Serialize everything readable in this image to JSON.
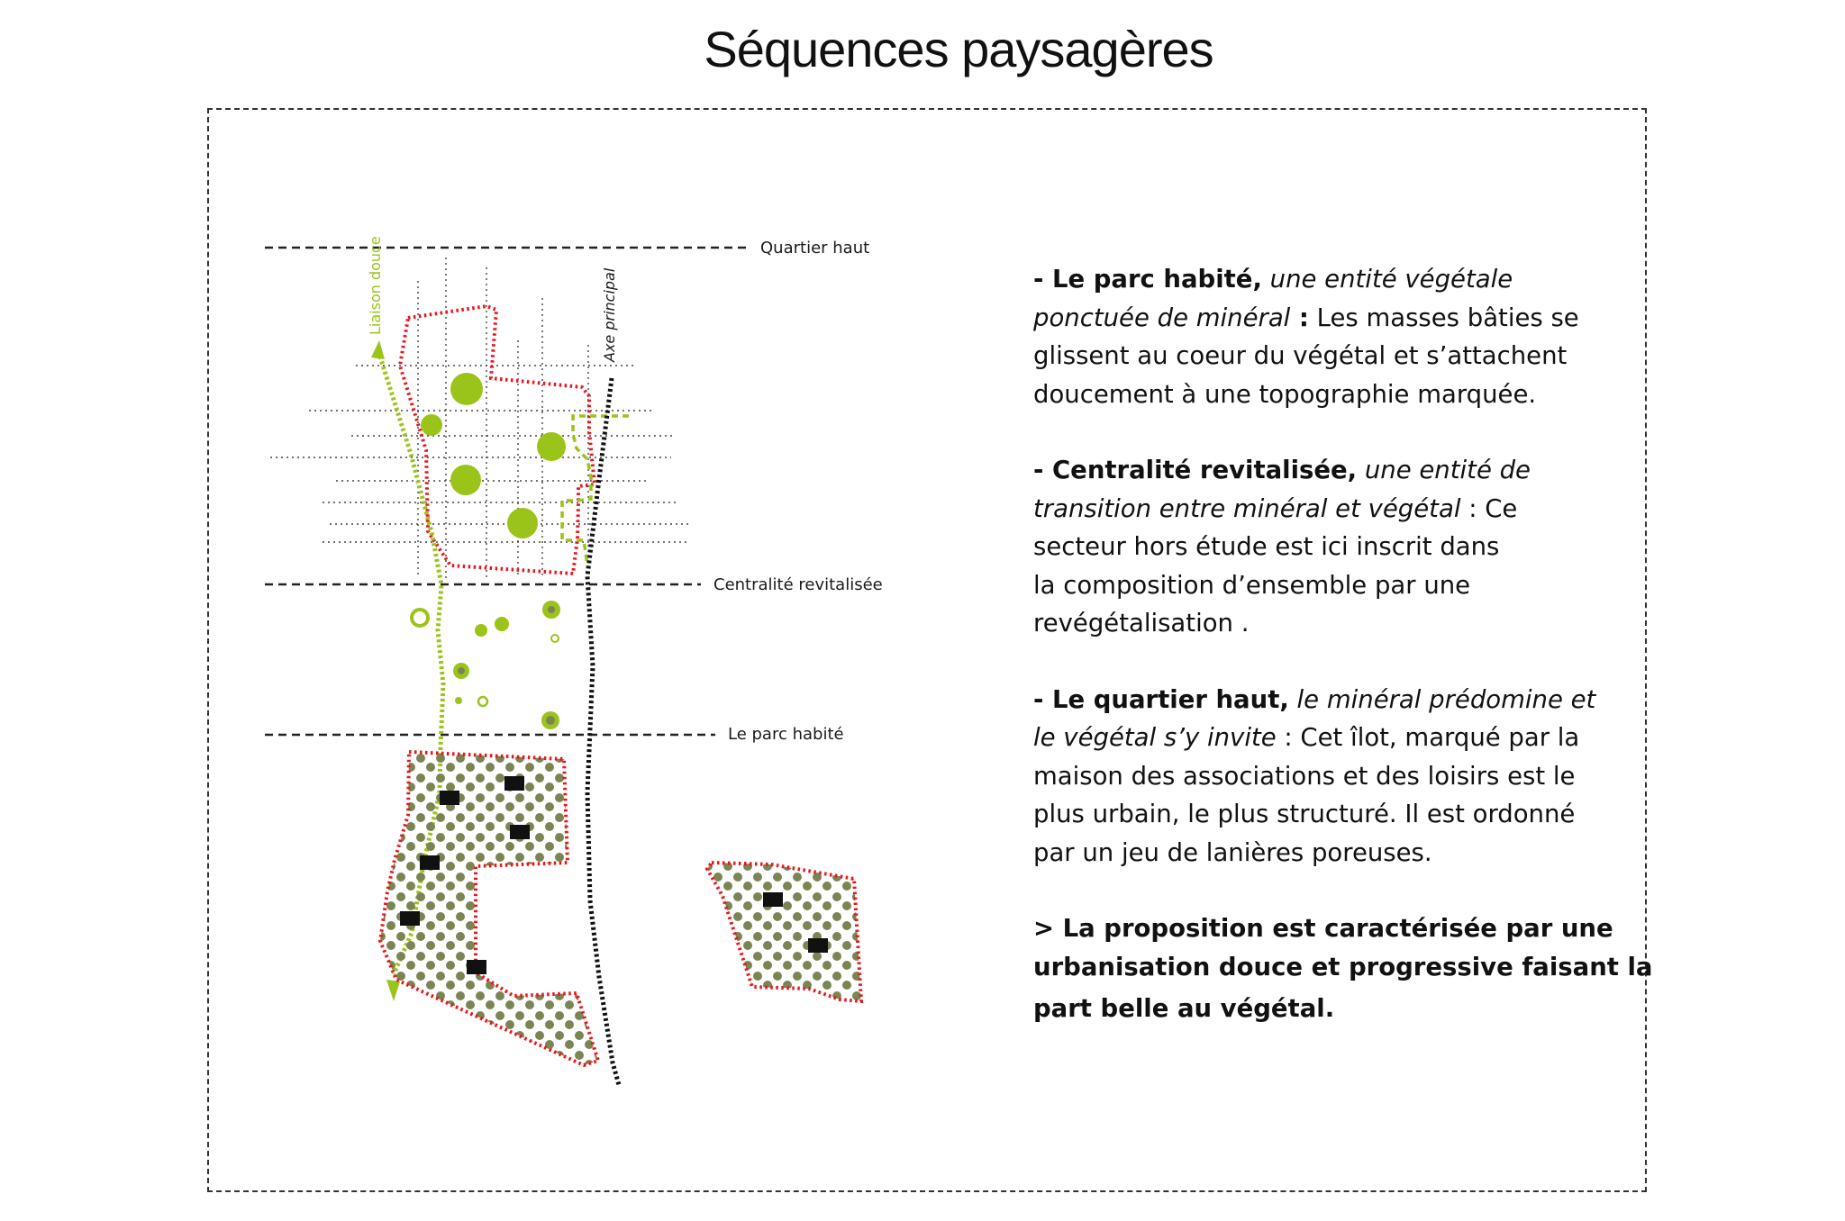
{
  "title": "Séquences paysagères",
  "colors": {
    "green": "#9ac41a",
    "olive": "#7b8553",
    "red": "#e8151b",
    "black": "#111111",
    "frame": "#333333"
  },
  "diagram": {
    "labels": {
      "quartier_haut": "Quartier haut",
      "centralite": "Centralité revitalisée",
      "parc_habite": "Le parc habité",
      "liaison_douce": "Liaison douce",
      "axe_principal": "Axe principal"
    }
  },
  "text": {
    "p1": {
      "bold": "- Le parc habité,",
      "italic1": " une entité végétale",
      "italic2": "ponctuée de minéral",
      "bold2": " :",
      "rest2": " Les masses bâties se",
      "line3": "glissent au coeur du végétal et s’attachent",
      "line4": "doucement à une topographie marquée."
    },
    "p2": {
      "bold": "- Centralité revitalisée,",
      "italic1": " une entité de",
      "italic2": "transition entre minéral et végétal",
      "rest2": " : Ce",
      "line3": "secteur hors étude est ici inscrit dans",
      "line4": "la composition d’ensemble par une",
      "line5": "revégétalisation ."
    },
    "p3": {
      "bold": "- Le quartier haut,",
      "italic1": " le minéral prédomine et",
      "italic2": "le végétal s’y invite",
      "rest2": " : Cet îlot, marqué par la",
      "line3": "maison des associations et des loisirs est le",
      "line4": "plus urbain, le plus structuré. Il est ordonné",
      "line5": "par un jeu de lanières poreuses."
    },
    "conclusion": {
      "line1": "> La proposition est caractérisée par une",
      "line2": "urbanisation douce et progressive faisant la",
      "line3": "part belle au végétal."
    }
  }
}
